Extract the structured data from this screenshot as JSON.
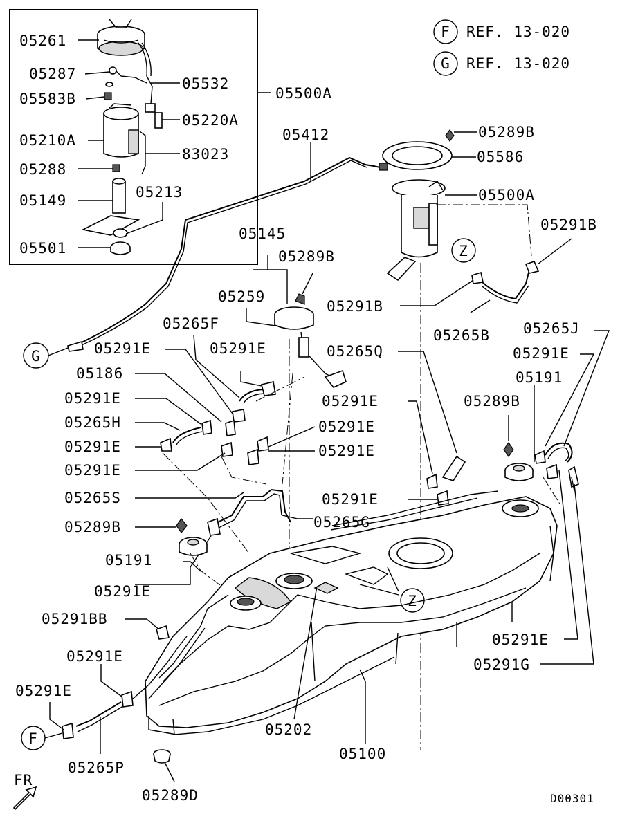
{
  "refs": [
    {
      "letter": "F",
      "text": "REF. 13-020"
    },
    {
      "letter": "G",
      "text": "REF. 13-020"
    }
  ],
  "callouts": {
    "z1": "Z",
    "z2": "Z",
    "g": "G",
    "f": "F"
  },
  "labels": {
    "p05261": "05261",
    "p05287": "05287",
    "p05583B": "05583B",
    "p05210A": "05210A",
    "p05288": "05288",
    "p05149": "05149",
    "p05501": "05501",
    "p05532": "05532",
    "p05220A": "05220A",
    "p83023": "83023",
    "p05213": "05213",
    "p05500A_box": "05500A",
    "p05412": "05412",
    "p05289B_top": "05289B",
    "p05586": "05586",
    "p05500A": "05500A",
    "p05291B_r": "05291B",
    "p05291B_m": "05291B",
    "p05265B": "05265B",
    "p05145": "05145",
    "p05289B_mid": "05289B",
    "p05259": "05259",
    "p05265F": "05265F",
    "p05291E_a": "05291E",
    "p05291E_b": "05291E",
    "p05186": "05186",
    "p05291E_c": "05291E",
    "p05265H": "05265H",
    "p05291E_d": "05291E",
    "p05291E_e": "05291E",
    "p05265Q": "05265Q",
    "p05291E_f": "05291E",
    "p05291E_g": "05291E",
    "p05291E_h": "05291E",
    "p05265J": "05265J",
    "p05291E_i": "05291E",
    "p05191_r": "05191",
    "p05289B_r": "05289B",
    "p05265S": "05265S",
    "p05291E_j": "05291E",
    "p05265G": "05265G",
    "p05289B_l": "05289B",
    "p05191_l": "05191",
    "p05291E_k": "05291E",
    "p05291BB": "05291BB",
    "p05291E_l": "05291E",
    "p05291E_m": "05291E",
    "p05291E_n": "05291E",
    "p05291G": "05291G",
    "p05202": "05202",
    "p05100": "05100",
    "p05265P": "05265P",
    "p05289D": "05289D",
    "fr": "FR",
    "code": "D00301"
  }
}
